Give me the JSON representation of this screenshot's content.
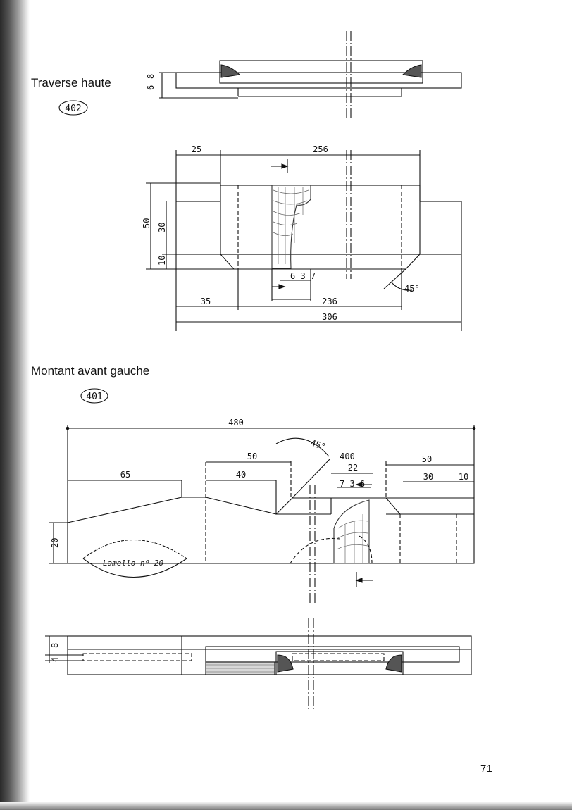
{
  "sections": {
    "traverse": {
      "title": "Traverse haute",
      "ref": "402"
    },
    "montant": {
      "title": "Montant avant gauche",
      "ref": "401"
    }
  },
  "dims": {
    "top_view": [
      "6",
      "8"
    ],
    "traverse_front": {
      "d25": "25",
      "d256": "256",
      "d50": "50",
      "d30": "30",
      "d10": "10",
      "d6_3_7": "6 3 7",
      "angle": "45°",
      "d35": "35",
      "d236": "236",
      "d306": "306"
    },
    "montant_front": {
      "d480": "480",
      "d50a": "50",
      "angle": "45°",
      "d400": "400",
      "d50b": "50",
      "d65": "65",
      "d40": "40",
      "d22": "22",
      "d7_3_6": "7 3 6",
      "d30": "30",
      "d10": "10",
      "d20": "20",
      "lamello": "Lamello nº 20"
    },
    "montant_bottom": [
      "8",
      "4"
    ]
  },
  "page_number": "71"
}
